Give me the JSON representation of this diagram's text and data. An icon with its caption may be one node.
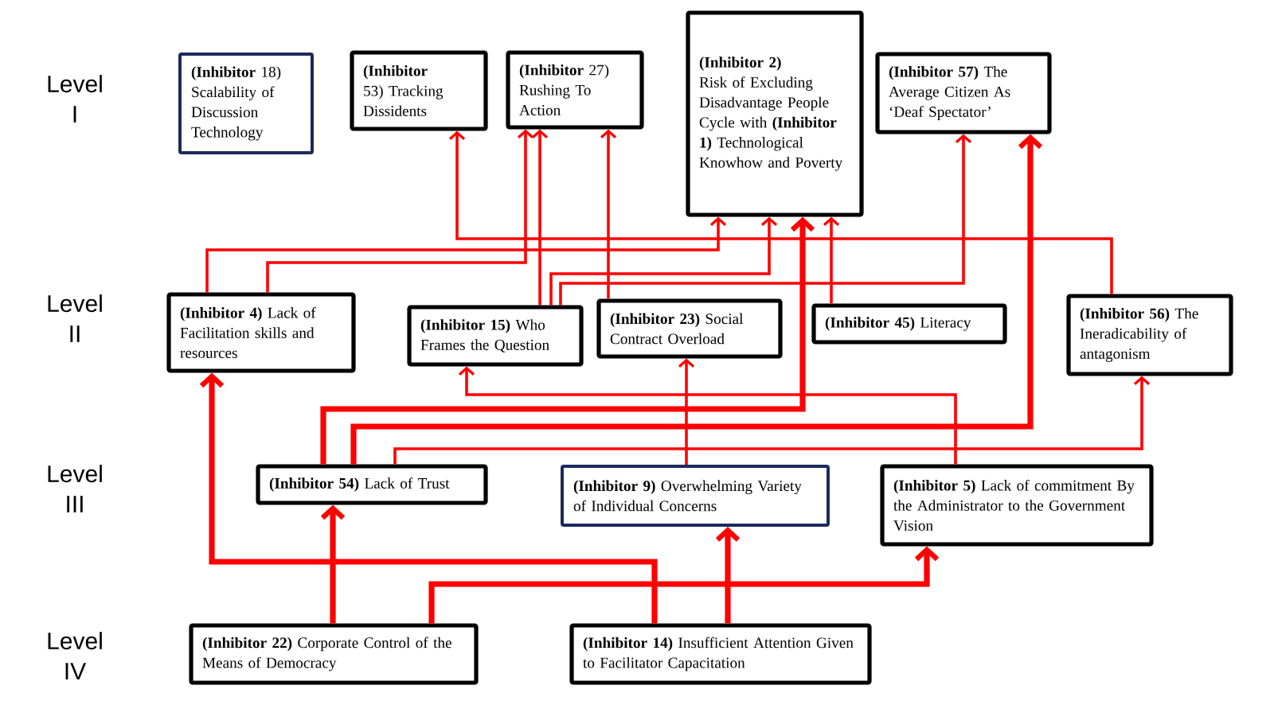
{
  "diagram": {
    "nodes": [
      {
        "text": [
          "**(Inhibitor** 18) Scalability of Discussion Technology"
        ]
      },
      {
        "text": [
          "**(Inhibitor** 53) Tracking Dissidents"
        ]
      },
      {
        "text": [
          "**(Inhibitor** 27) Rushing To Action"
        ]
      },
      {
        "text": [
          "**(Inhibitor 2)** Risk of Excluding Disadvantage People Cycle with **(Inhibitor 1)** Technological Knowhow and Poverty"
        ]
      },
      {
        "text": [
          "**(Inhibitor 57)** The Average Citizen As ‘Deaf Spectator’"
        ]
      },
      {
        "text": [
          "**(Inhibitor 4)** Lack of Facilitation skills and resources"
        ]
      },
      {
        "text": [
          "**(Inhibitor 15)** Who Frames the Question"
        ]
      },
      {
        "text": [
          "**(Inhibitor 23)** Social Contract Overload"
        ]
      },
      {
        "text": [
          "**(Inhibitor 45)** Literacy"
        ]
      },
      {
        "text": [
          "**(Inhibitor 56)** The Ineradicability of antagonism"
        ]
      },
      {
        "text": [
          "**(Inhibitor 54)** Lack of Trust"
        ]
      },
      {
        "text": [
          "**(Inhibitor 9)** Overwhelming Variety of Individual Concerns"
        ]
      },
      {
        "text": [
          "**(Inhibitor 5)** Lack of commitment By the Administrator to the Government Vision"
        ]
      },
      {
        "text": [
          "**(Inhibitor 22)** Corporate Control of the Means of Democracy"
        ]
      },
      {
        "text": [
          "**(Inhibitor 14)** Insufficient Attention Given to Facilitator Capacitation"
        ]
      }
    ],
    "edges": [
      {
        "from": 5,
        "to": 3,
        "arrow": "to"
      },
      {
        "from": 5,
        "to": 2,
        "arrow": "to"
      },
      {
        "from": 6,
        "to": 2,
        "arrow": "to"
      },
      {
        "from": 7,
        "to": 2,
        "arrow": "to"
      },
      {
        "from": 6,
        "to": 3,
        "arrow": "to"
      },
      {
        "from": 6,
        "to": 4,
        "arrow": "to"
      },
      {
        "from": 8,
        "to": 3,
        "arrow": "to"
      },
      {
        "from": 9,
        "to": 1,
        "arrow": "to"
      },
      {
        "from": 10,
        "to": 3,
        "arrow": "to",
        "style": "thick"
      },
      {
        "from": 10,
        "to": 4,
        "arrow": "to",
        "style": "thick"
      },
      {
        "from": 10,
        "to": 9,
        "arrow": "to"
      },
      {
        "from": 12,
        "to": 6,
        "arrow": "to"
      },
      {
        "from": 11,
        "to": 7,
        "arrow": "to"
      },
      {
        "from": 14,
        "to": 5,
        "arrow": "to",
        "style": "thick"
      },
      {
        "from": 13,
        "to": 10,
        "arrow": "to",
        "style": "thick"
      },
      {
        "from": 13,
        "to": 12,
        "arrow": "to",
        "style": "thick"
      },
      {
        "from": 14,
        "to": 11,
        "arrow": "to",
        "style": "thick"
      }
    ],
    "labels": [
      "Level I",
      "Level II",
      "Level III",
      "Level IV"
    ]
  }
}
